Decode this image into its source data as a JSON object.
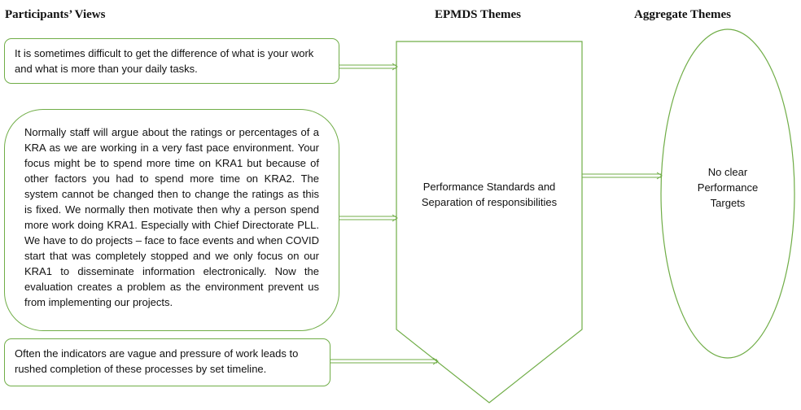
{
  "headers": {
    "participants": "Participants’ Views",
    "epmds": "EPMDS Themes",
    "aggregate": "Aggregate Themes"
  },
  "views": [
    "It is sometimes difficult to get the difference of what is your work and what is more than your daily tasks.",
    "Normally staff will argue about the ratings or percentages of a KRA as we are working in a very fast pace environment. Your focus might be to spend more time on KRA1 but because of other factors you had to spend more time on KRA2. The system cannot be changed then to change the ratings as this is fixed. We normally then motivate then why a person spend more work doing KRA1. Especially with Chief Directorate PLL. We have to do projects – face to face events and when COVID start that was completely stopped and we only focus on our KRA1 to disseminate information electronically. Now the evaluation creates a problem as the environment prevent us from implementing our projects.",
    "Often the indicators are vague and pressure of work leads to rushed completion of these processes by set timeline."
  ],
  "theme": {
    "line1": "Performance Standards and",
    "line2": "Separation of responsibilities"
  },
  "aggregate": {
    "line1": "No clear",
    "line2": "Performance",
    "line3": "Targets"
  },
  "colors": {
    "stroke": "#70ad47"
  }
}
